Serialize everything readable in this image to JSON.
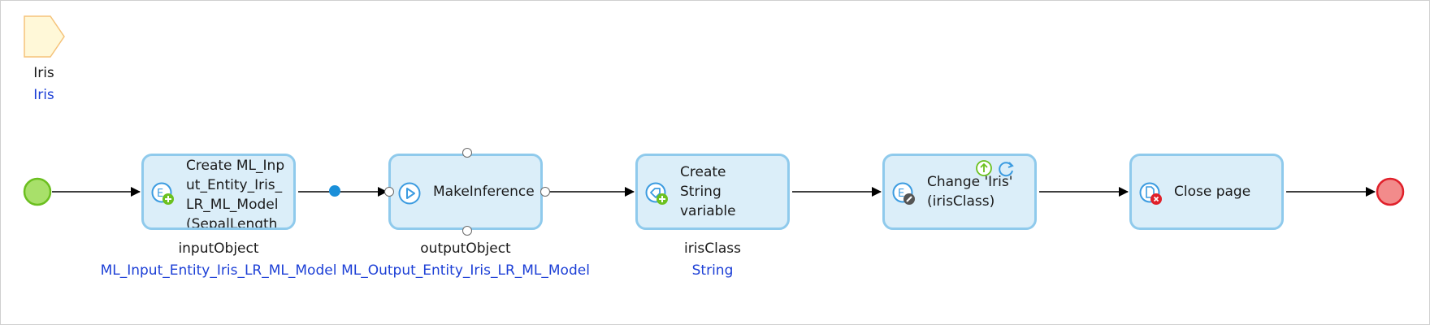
{
  "parameter": {
    "name": "Iris",
    "type": "Iris"
  },
  "nodes": {
    "create_object": {
      "caption": "Create ML_Input_Entity_Iris_LR_ML_Model(SepalLength",
      "variable": "inputObject",
      "type": "ML_Input_Entity_Iris_LR_ML_Model"
    },
    "make_inference": {
      "caption": "MakeInference",
      "variable": "outputObject",
      "type": "ML_Output_Entity_Iris_LR_ML_Model"
    },
    "create_variable": {
      "caption": "Create String variable",
      "variable": "irisClass",
      "type": "String"
    },
    "change_object": {
      "caption": "Change 'Iris' (irisClass)"
    },
    "close_page": {
      "caption": "Close page"
    }
  },
  "colors": {
    "activity_fill": "#dbeef9",
    "activity_border": "#8fcaec",
    "start_event": "#a8e06a",
    "end_event": "#f28b8b",
    "type_text": "#1c3fd6"
  }
}
